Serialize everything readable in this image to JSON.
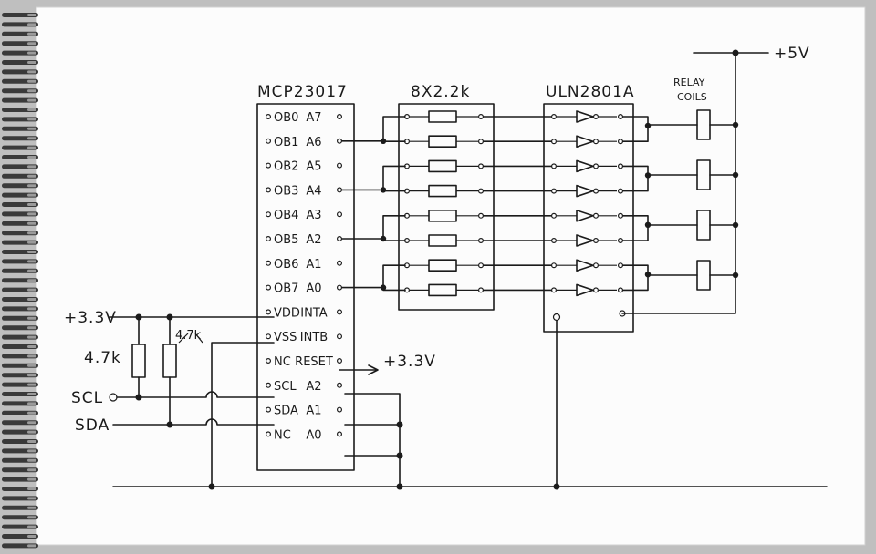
{
  "chips": {
    "expander": {
      "name": "MCP23017",
      "left_pins": [
        "OB0",
        "OB1",
        "OB2",
        "OB3",
        "OB4",
        "OB5",
        "OB6",
        "OB7",
        "VDD",
        "VSS",
        "NC",
        "SCL",
        "SDA",
        "NC"
      ],
      "right_pins": [
        "A7",
        "A6",
        "A5",
        "A4",
        "A3",
        "A2",
        "A1",
        "A0",
        "INTA",
        "INTB",
        "RESET",
        "A2",
        "A1",
        "A0"
      ]
    },
    "resistors": {
      "name": "8X2.2k"
    },
    "driver": {
      "name": "ULN2801A"
    },
    "relays": {
      "name_line1": "RELAY",
      "name_line2": "COILS"
    }
  },
  "supplies": {
    "v33_left": "+3.3V",
    "v33_reset": "+3.3V",
    "v5": "+5V"
  },
  "pullups": {
    "r1": "4.7k",
    "r2": "4.7k"
  },
  "signals": {
    "scl": "SCL",
    "sda": "SDA"
  }
}
